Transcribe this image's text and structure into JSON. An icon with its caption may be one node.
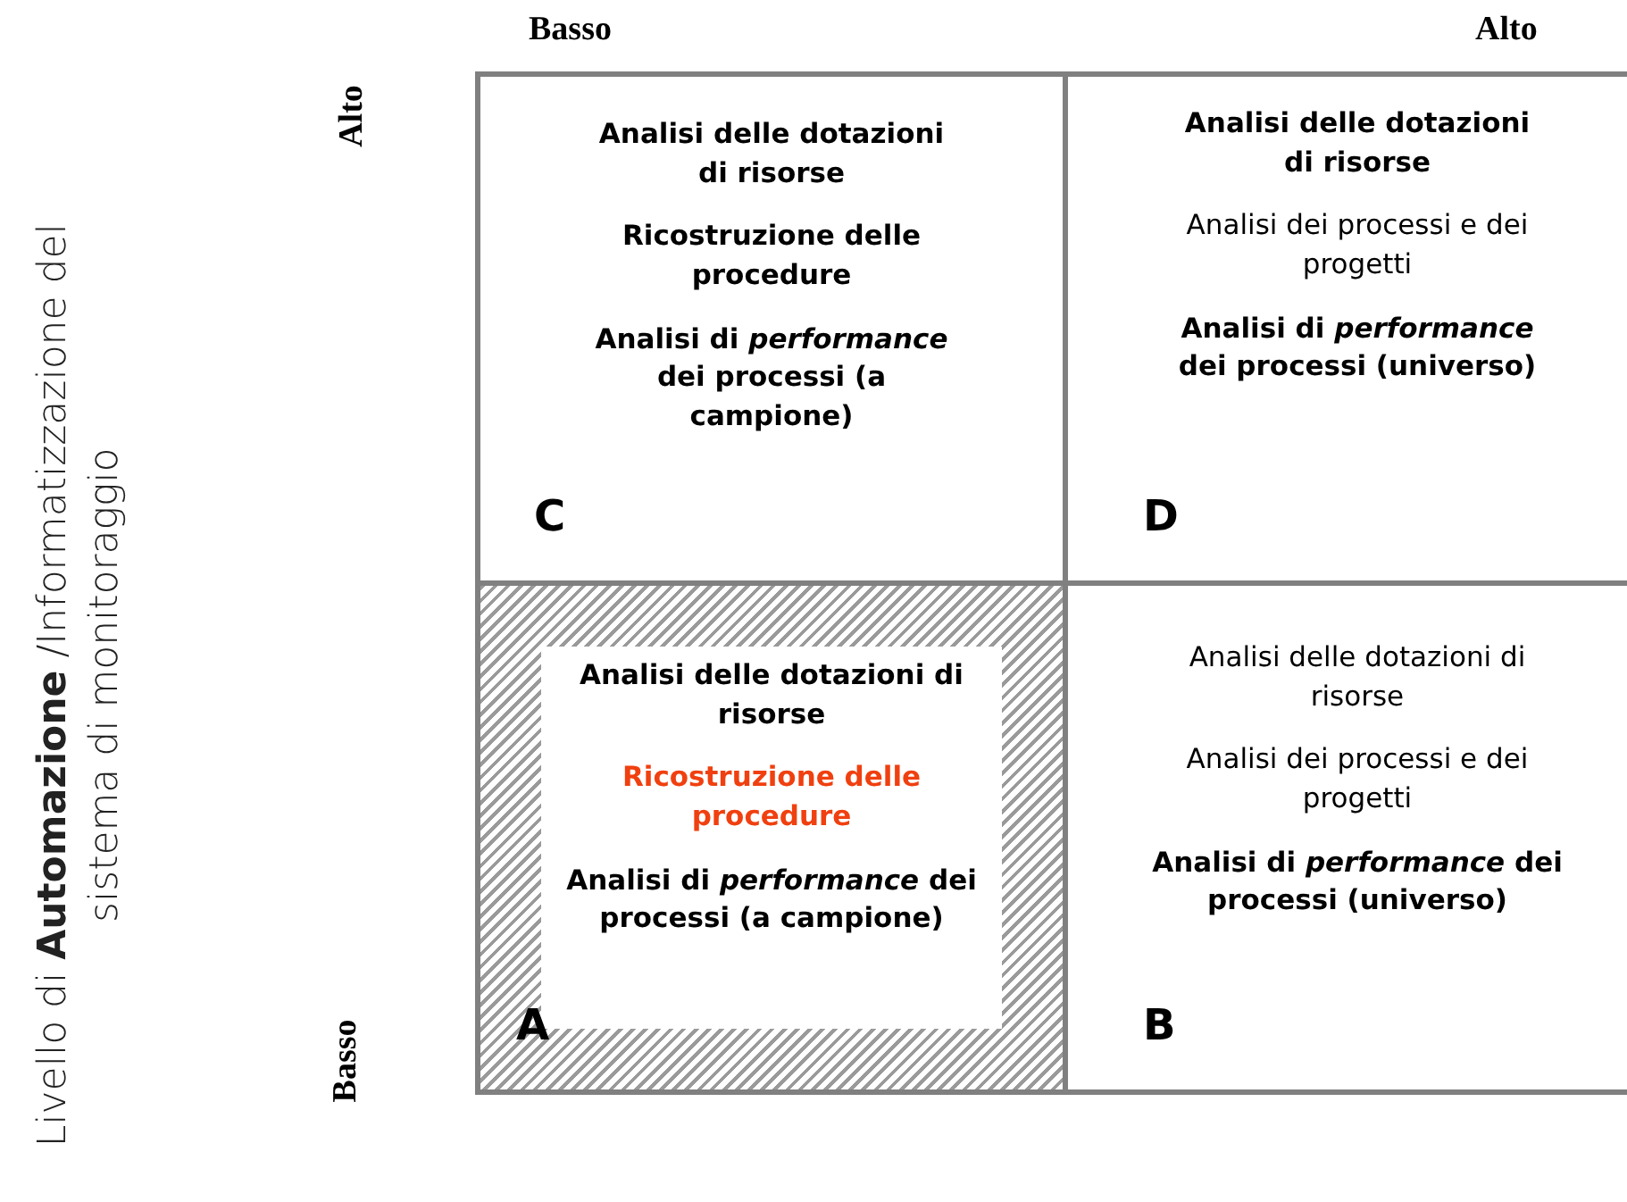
{
  "diagram": {
    "nodes": [
      {
        "text": [
          "Analisi delle dotazioni di risorse",
          "Ricostruzione delle procedure",
          "Analisi di *performance* dei processi (a campione)",
          "C"
        ]
      },
      {
        "text": [
          "Analisi delle dotazioni di risorse",
          "Analisi dei processi e dei progetti",
          "Analisi di *performance* dei processi (universo)",
          "D"
        ]
      },
      {
        "text": [
          "Analisi delle dotazioni di risorse",
          "Ricostruzione delle procedure",
          "Analisi di *performance* dei processi (a campione)",
          "A"
        ]
      },
      {
        "text": [
          "Analisi delle dotazioni di risorse",
          "Analisi dei processi e dei progetti",
          "Analisi di *performance* dei processi (universo)",
          "B"
        ]
      }
    ],
    "edges": [],
    "labels": [
      "Basso",
      "Alto",
      "Alto",
      "Livello di **Automazione** /Informatizzazione del sistema di monitoraggio",
      "Basso"
    ]
  }
}
